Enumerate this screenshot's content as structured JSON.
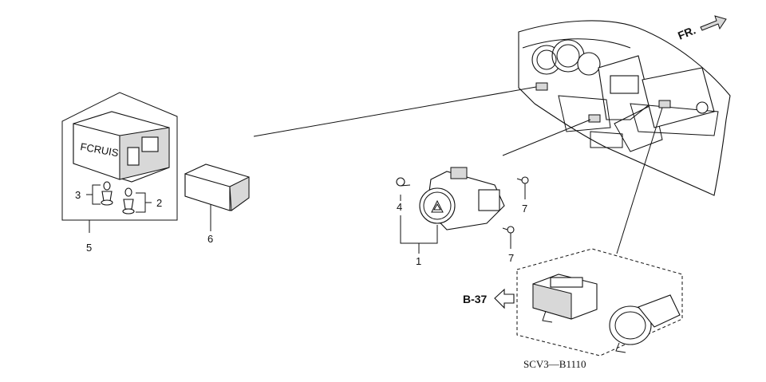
{
  "diagram": {
    "orientation_label": "FR.",
    "reference_code": "B-37",
    "drawing_code": "SCV3—B1110",
    "switch_text": "FCRUIS",
    "callouts": [
      "1",
      "2",
      "3",
      "4",
      "5",
      "6",
      "7",
      "7"
    ]
  }
}
